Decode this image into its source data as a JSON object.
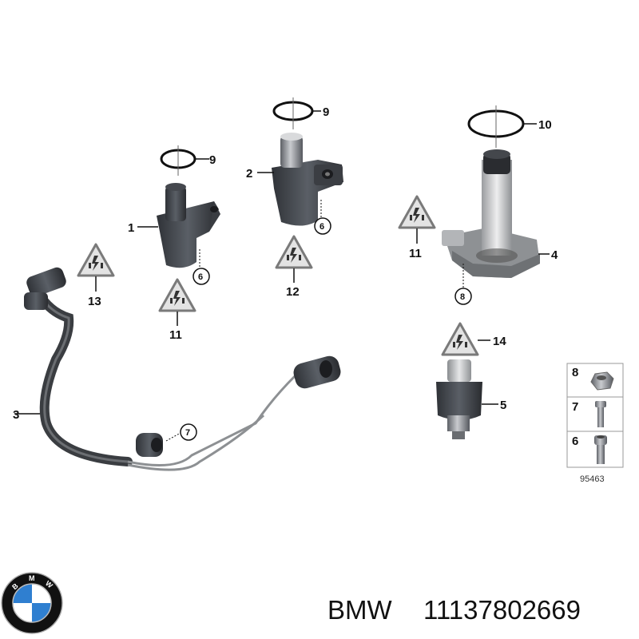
{
  "callouts": {
    "c1": "1",
    "c2": "2",
    "c3": "3",
    "c4": "4",
    "c5": "5",
    "c9a": "9",
    "c9b": "9",
    "c10": "10",
    "c11a": "11",
    "c11b": "11",
    "c12": "12",
    "c13": "13",
    "c14": "14"
  },
  "circled": {
    "c6a": "6",
    "c6b": "6",
    "c7": "7",
    "c8": "8"
  },
  "legend": {
    "r8": "8",
    "r7": "7",
    "r6": "6"
  },
  "reference_number": "95463",
  "caption": {
    "brand": "BMW",
    "part_number": "11137802669"
  },
  "logo": {
    "letters": [
      "B",
      "M",
      "W"
    ],
    "colors": {
      "blue": "#2f7fd0",
      "ring": "#111111"
    }
  },
  "icons": [
    "electrical-warning-icon",
    "bmw-logo-icon"
  ]
}
